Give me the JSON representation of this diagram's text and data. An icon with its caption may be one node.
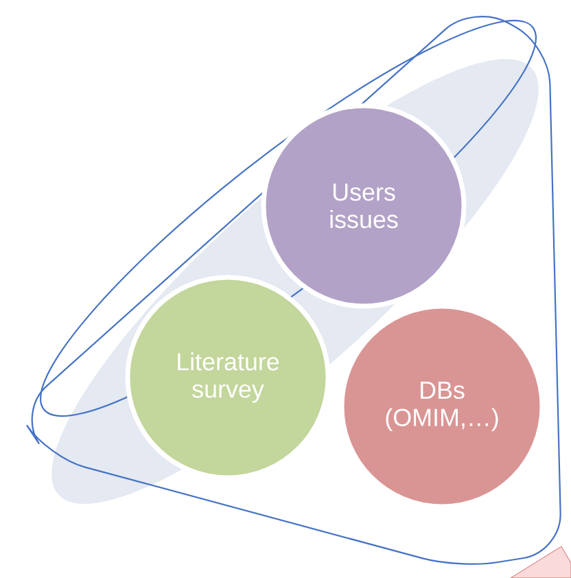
{
  "diagram": {
    "nodes": [
      {
        "text": [
          "Users issues"
        ]
      },
      {
        "text": [
          "Literature survey"
        ]
      },
      {
        "text": [
          "DBs (OMIM,…)"
        ]
      }
    ]
  }
}
